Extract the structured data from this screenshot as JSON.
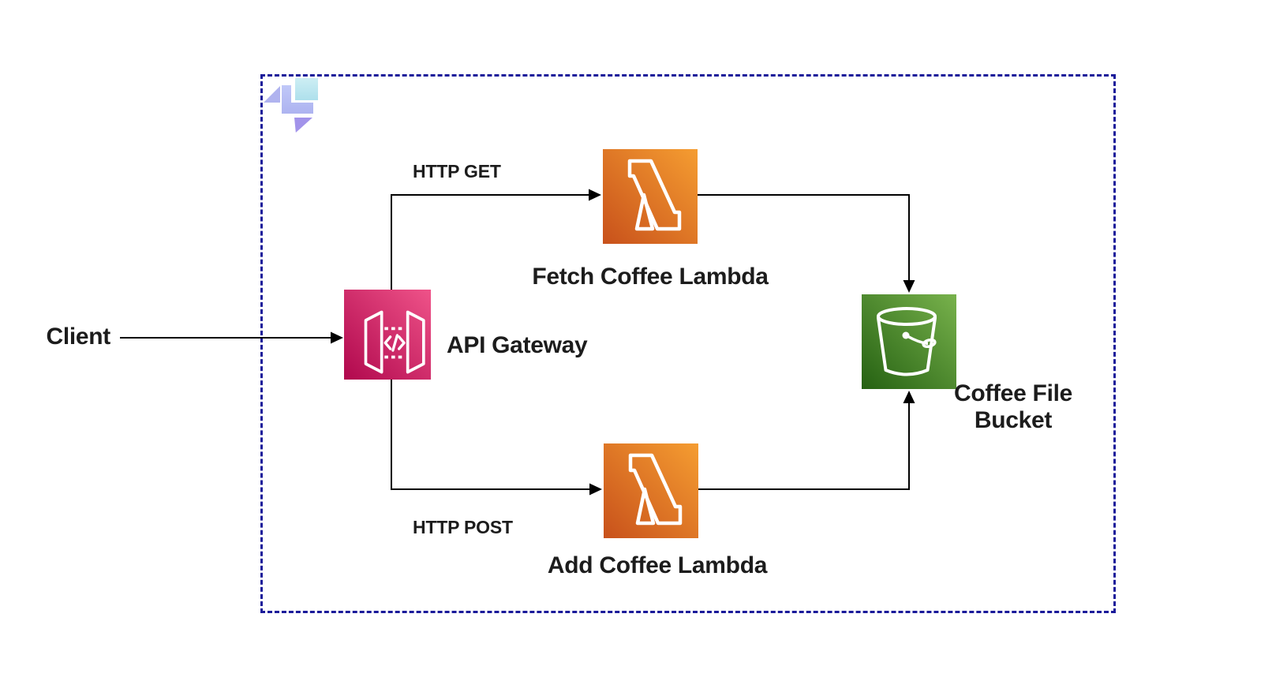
{
  "client": {
    "label": "Client"
  },
  "boundary": {
    "type": "aws-cloud-dashed-box",
    "border_color": "#1b1b9a"
  },
  "logo": {
    "icon": "geometric-shapes-logo"
  },
  "nodes": {
    "api_gateway": {
      "label": "API Gateway",
      "icon": "api-gateway-icon",
      "gradient": [
        "#b0084d",
        "#ef5389"
      ]
    },
    "fetch_lambda": {
      "label": "Fetch Coffee Lambda",
      "icon": "lambda-icon",
      "gradient": [
        "#c8511b",
        "#f59d31"
      ]
    },
    "add_lambda": {
      "label": "Add Coffee Lambda",
      "icon": "lambda-icon",
      "gradient": [
        "#c8511b",
        "#f59d31"
      ]
    },
    "bucket": {
      "label": "Coffee File Bucket",
      "icon": "s3-bucket-icon",
      "gradient": [
        "#256112",
        "#78b24c"
      ]
    }
  },
  "edges": {
    "client_to_gateway": {
      "label": ""
    },
    "gateway_to_fetch": {
      "label": "HTTP GET"
    },
    "gateway_to_add": {
      "label": "HTTP POST"
    },
    "fetch_to_bucket": {
      "label": ""
    },
    "add_to_bucket": {
      "label": ""
    },
    "connector_color": "#000000"
  },
  "colors": {
    "background": "#ffffff",
    "label_text": "#1c1c1c",
    "logo_lavender": "#b0b3ef",
    "logo_periwinkle": "#b4bcf4",
    "logo_cyan": "#c0e9f1",
    "logo_purple": "#a293ea"
  }
}
